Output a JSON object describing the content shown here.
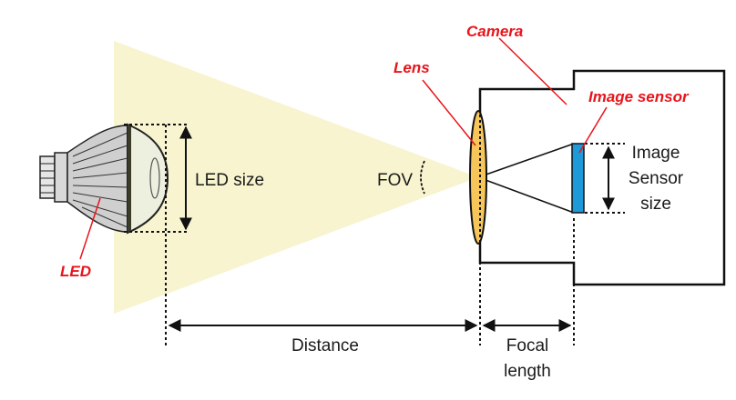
{
  "labels": {
    "camera": "Camera",
    "lens": "Lens",
    "image_sensor": "Image sensor",
    "led": "LED",
    "led_size": "LED size",
    "fov": "FOV",
    "image_sensor_size_line1": "Image",
    "image_sensor_size_line2": "Sensor",
    "image_sensor_size_line3": "size",
    "distance": "Distance",
    "focal_line1": "Focal",
    "focal_line2": "length"
  },
  "colors": {
    "cone_fill": "#f7f4cf",
    "lens_fill": "#f6c65a",
    "sensor_fill": "#1f9ad8",
    "callout_red": "#e8141b",
    "line": "#111111"
  },
  "icons": {
    "led_bulb": "led-bulb-icon"
  }
}
